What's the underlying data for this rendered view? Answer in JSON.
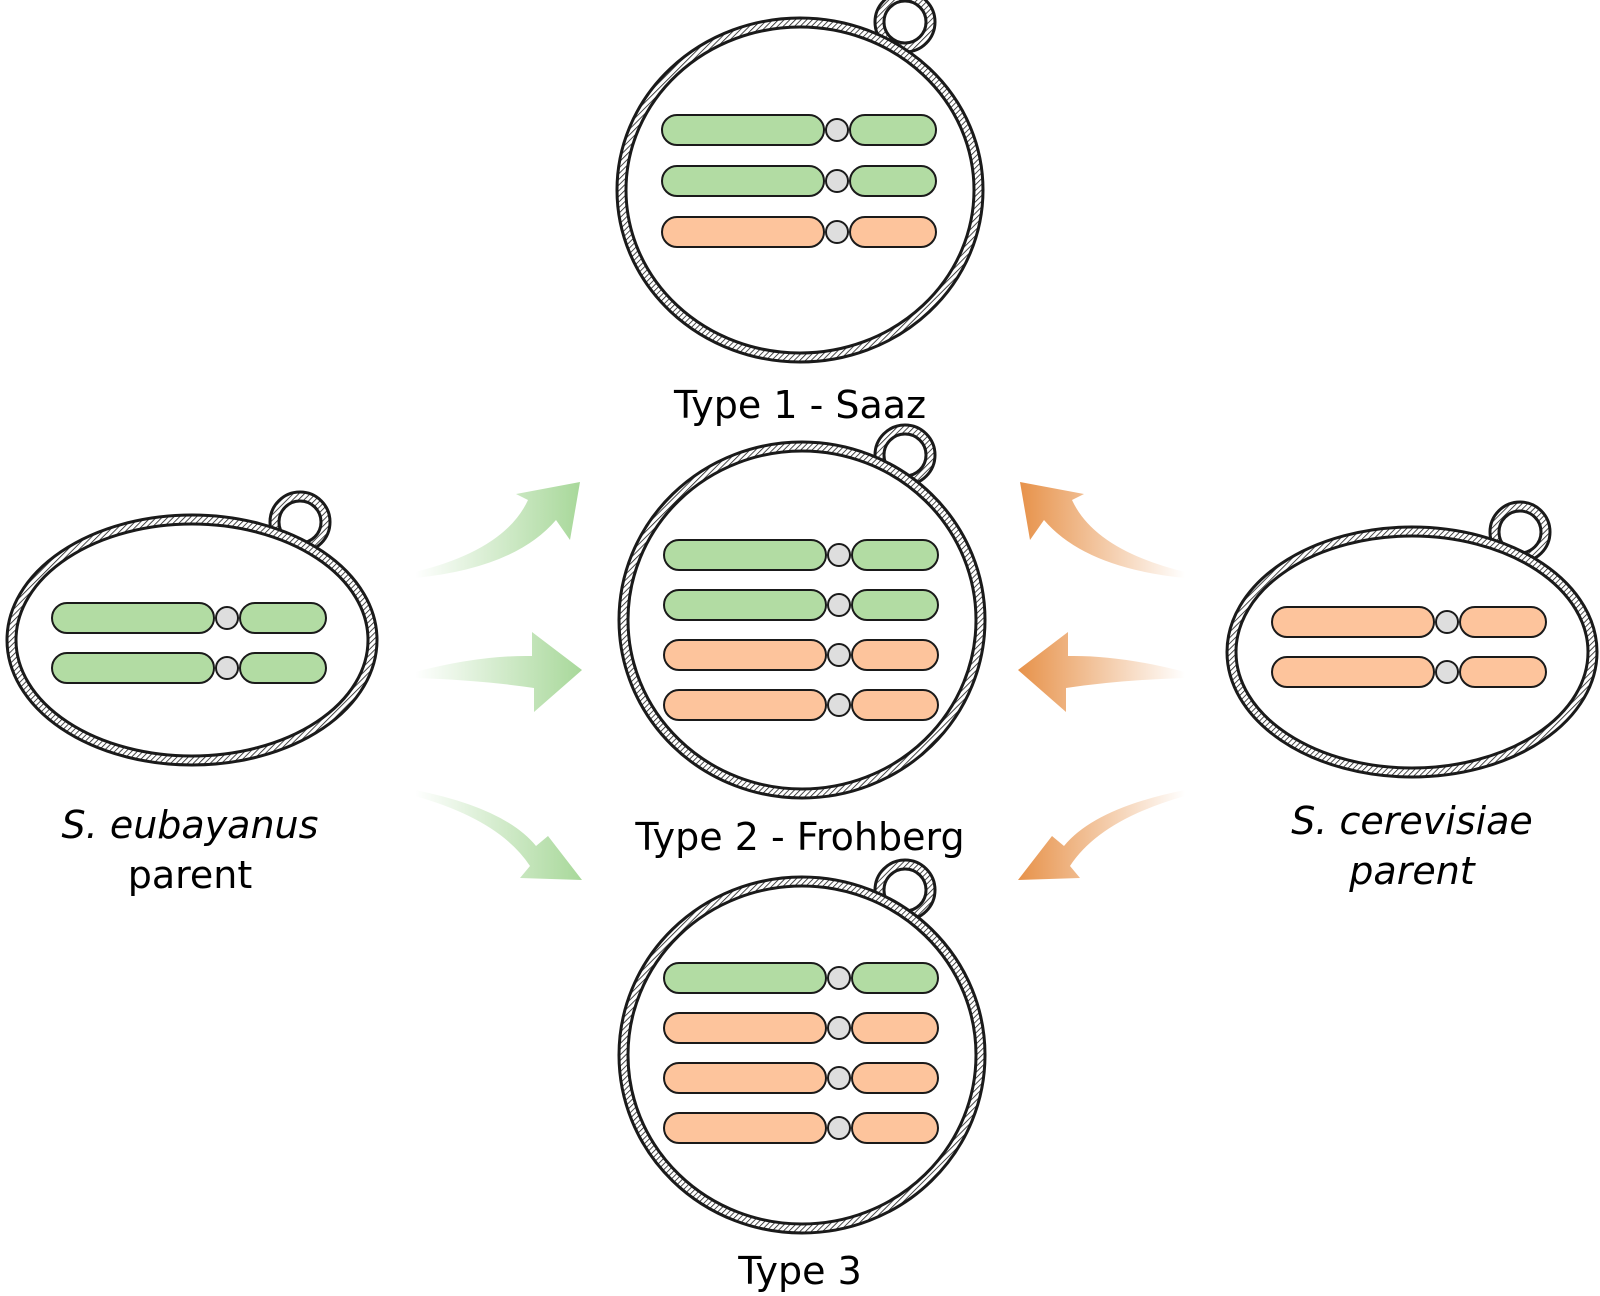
{
  "colors": {
    "eubayanus": "#b2dca3",
    "cerevisiae": "#fdc49c",
    "centromere": "#dedede",
    "outline": "#1a1a1a",
    "arrow_green": "#a8d89a",
    "arrow_orange": "#e7924a"
  },
  "cells": [
    {
      "id": "type1",
      "label": "Type 1 - Saaz",
      "chromosomes": [
        "eubayanus",
        "eubayanus",
        "cerevisiae"
      ]
    },
    {
      "id": "type2",
      "label": "Type 2 - Frohberg",
      "chromosomes": [
        "eubayanus",
        "eubayanus",
        "cerevisiae",
        "cerevisiae"
      ]
    },
    {
      "id": "type3",
      "label": "Type 3",
      "chromosomes": [
        "eubayanus",
        "cerevisiae",
        "cerevisiae",
        "cerevisiae"
      ]
    },
    {
      "id": "eubayanus-parent",
      "label_italic": "S. eubayanus",
      "label_plain": "parent",
      "chromosomes": [
        "eubayanus",
        "eubayanus"
      ]
    },
    {
      "id": "cerevisiae-parent",
      "label_italic": "S. cerevisiae",
      "label_plain": "parent",
      "chromosomes": [
        "cerevisiae",
        "cerevisiae"
      ]
    }
  ]
}
